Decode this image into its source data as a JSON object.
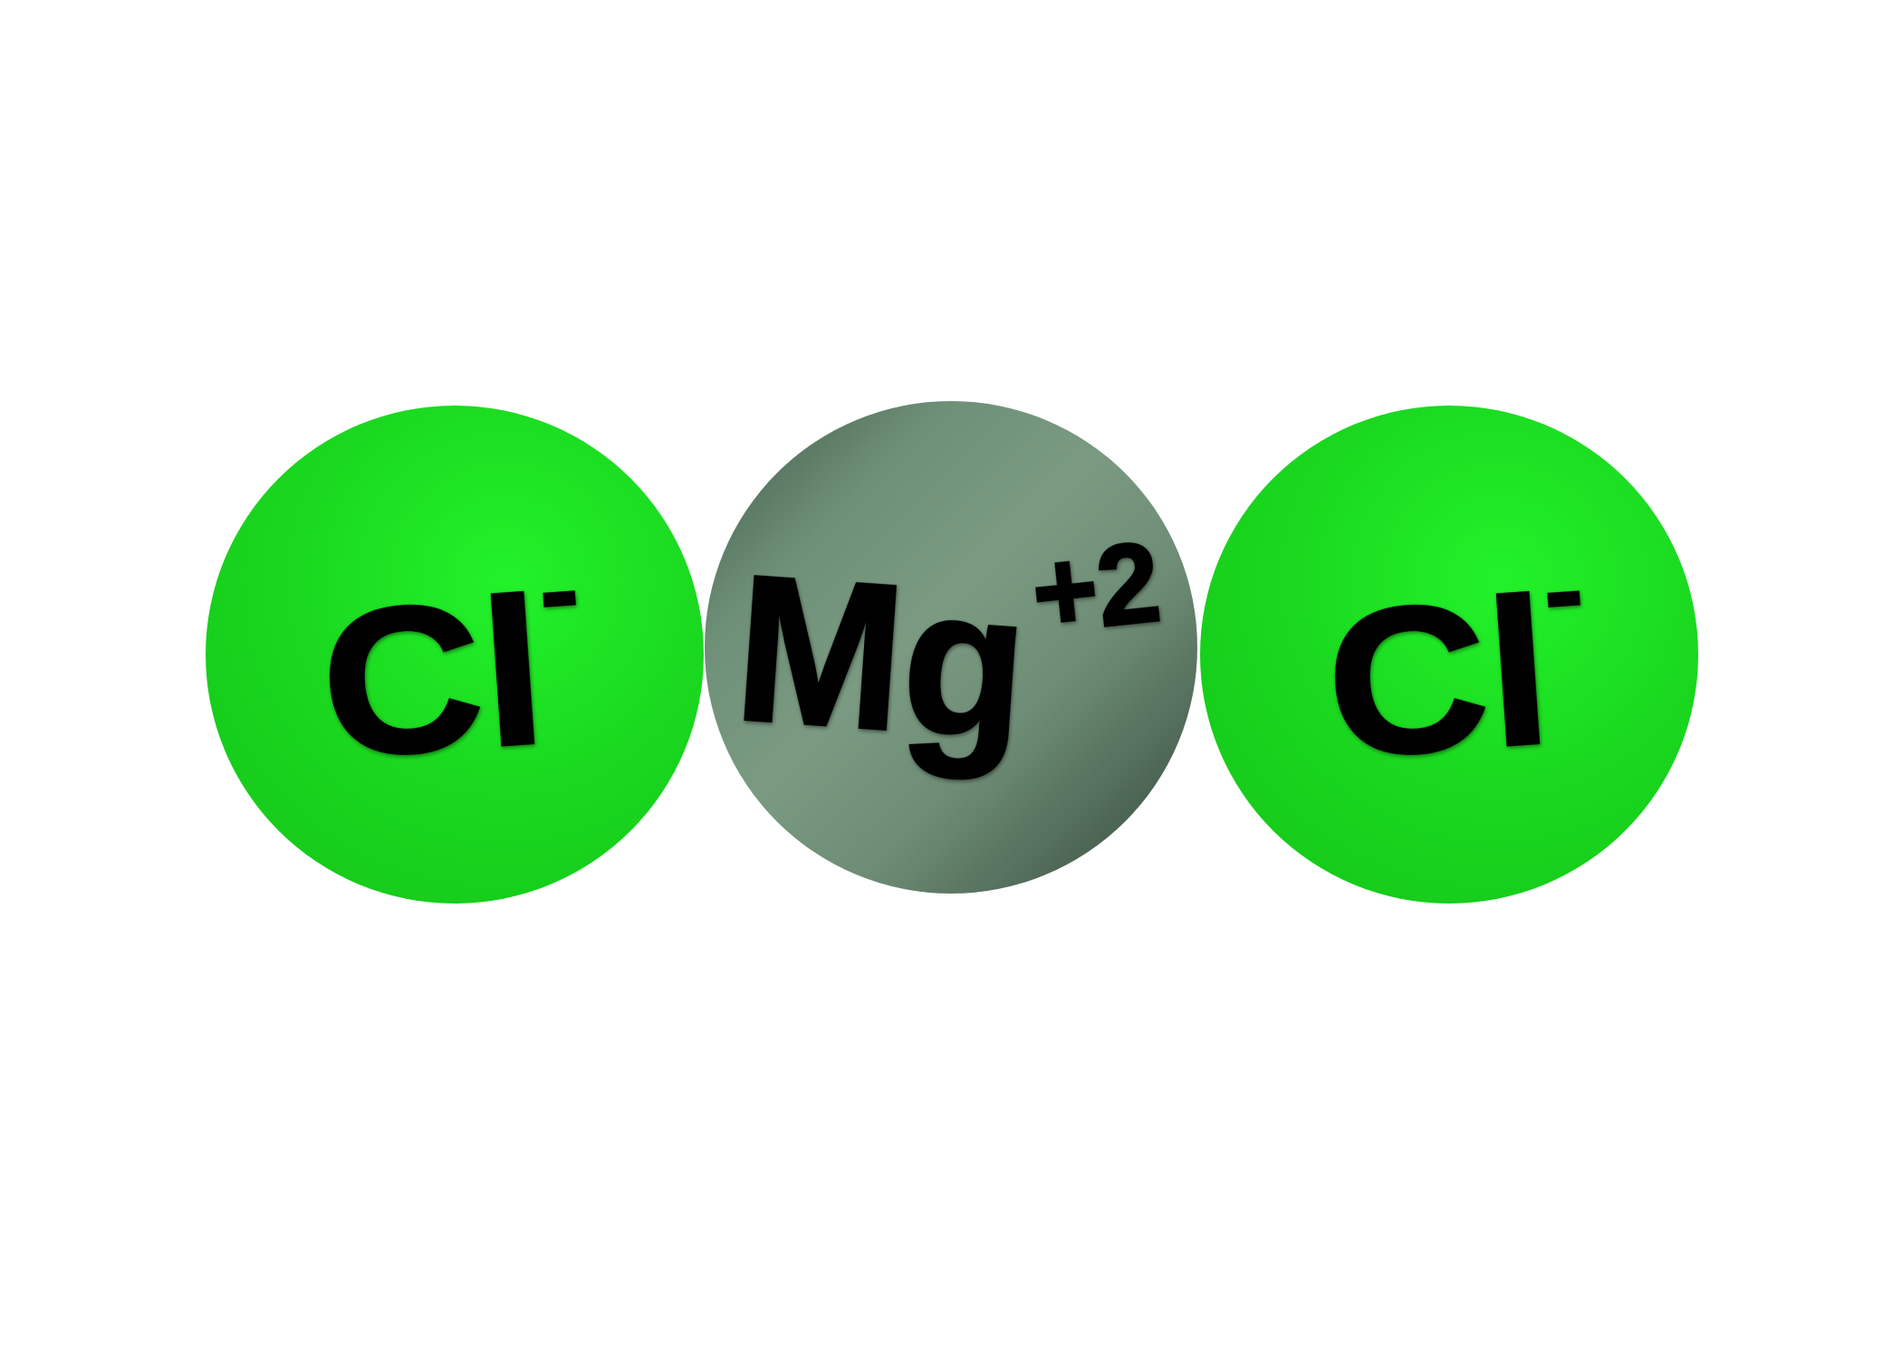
{
  "ions": [
    {
      "name": "chloride-left",
      "symbol": "Cl",
      "charge": "-",
      "color": "#22e422"
    },
    {
      "name": "magnesium",
      "symbol": "Mg",
      "charge": "+2",
      "color": "#6f8f78"
    },
    {
      "name": "chloride-right",
      "symbol": "Cl",
      "charge": "-",
      "color": "#22e422"
    }
  ],
  "colors": {
    "background": "#ffffff",
    "chlorine": "#22e422",
    "magnesium": "#6f8f78",
    "label": "#000000"
  }
}
